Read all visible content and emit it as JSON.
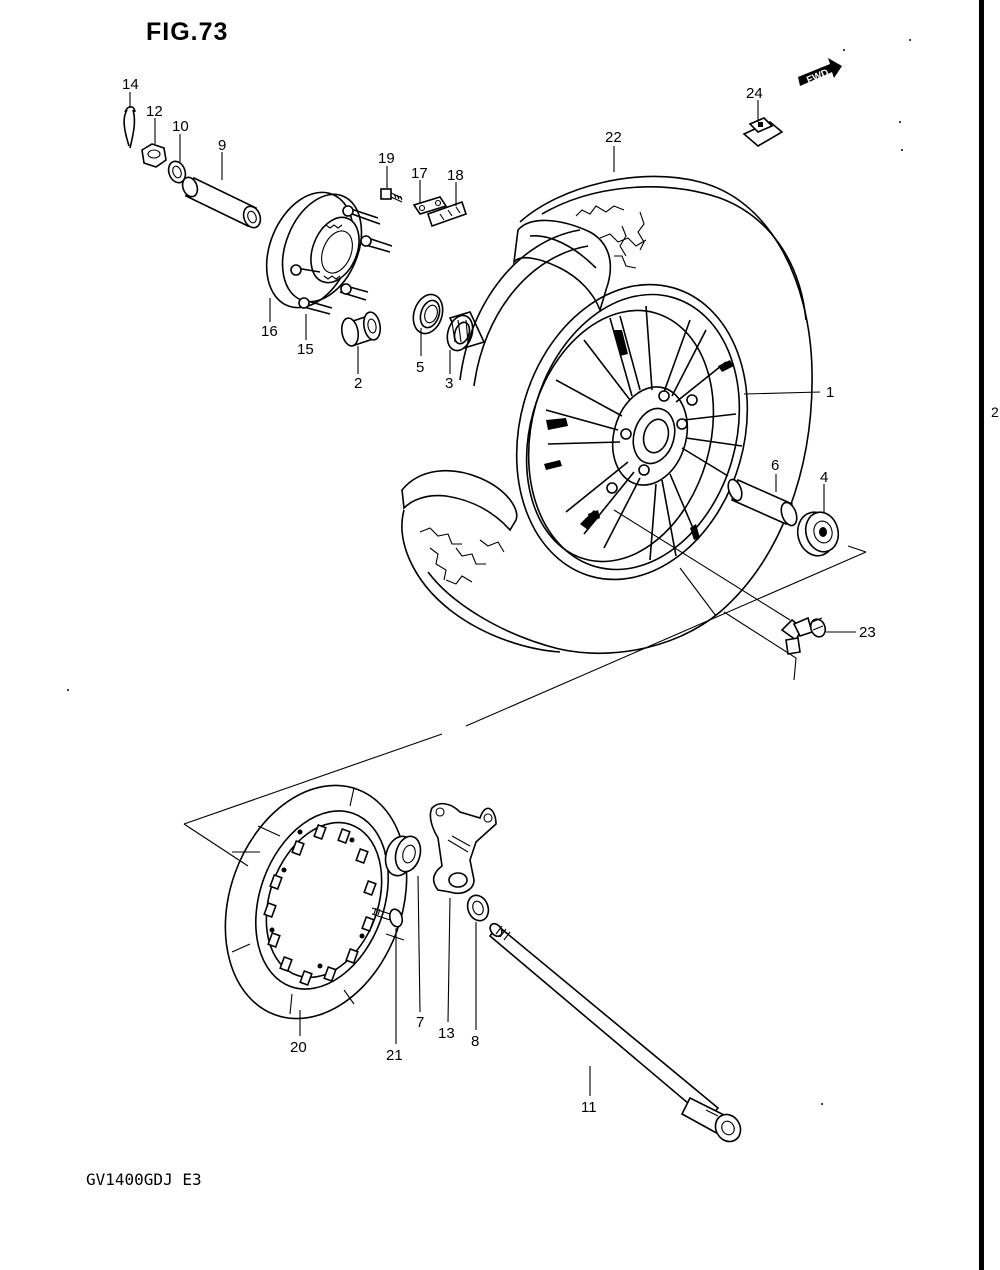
{
  "figure": {
    "title": "FIG.73",
    "model_code": "GV1400GDJ E3",
    "edge_text": "2"
  },
  "fwd_label": "FWD",
  "part_labels": [
    {
      "id": "p14",
      "text": "14"
    },
    {
      "id": "p12",
      "text": "12"
    },
    {
      "id": "p10",
      "text": "10"
    },
    {
      "id": "p9",
      "text": "9"
    },
    {
      "id": "p19",
      "text": "19"
    },
    {
      "id": "p17",
      "text": "17"
    },
    {
      "id": "p18",
      "text": "18"
    },
    {
      "id": "p22",
      "text": "22"
    },
    {
      "id": "p24",
      "text": "24"
    },
    {
      "id": "p16",
      "text": "16"
    },
    {
      "id": "p15",
      "text": "15"
    },
    {
      "id": "p2",
      "text": "2"
    },
    {
      "id": "p5",
      "text": "5"
    },
    {
      "id": "p3",
      "text": "3"
    },
    {
      "id": "p1",
      "text": "1"
    },
    {
      "id": "p6",
      "text": "6"
    },
    {
      "id": "p4",
      "text": "4"
    },
    {
      "id": "p23",
      "text": "23"
    },
    {
      "id": "p20",
      "text": "20"
    },
    {
      "id": "p21",
      "text": "21"
    },
    {
      "id": "p7",
      "text": "7"
    },
    {
      "id": "p13",
      "text": "13"
    },
    {
      "id": "p8",
      "text": "8"
    },
    {
      "id": "p11",
      "text": "11"
    }
  ]
}
